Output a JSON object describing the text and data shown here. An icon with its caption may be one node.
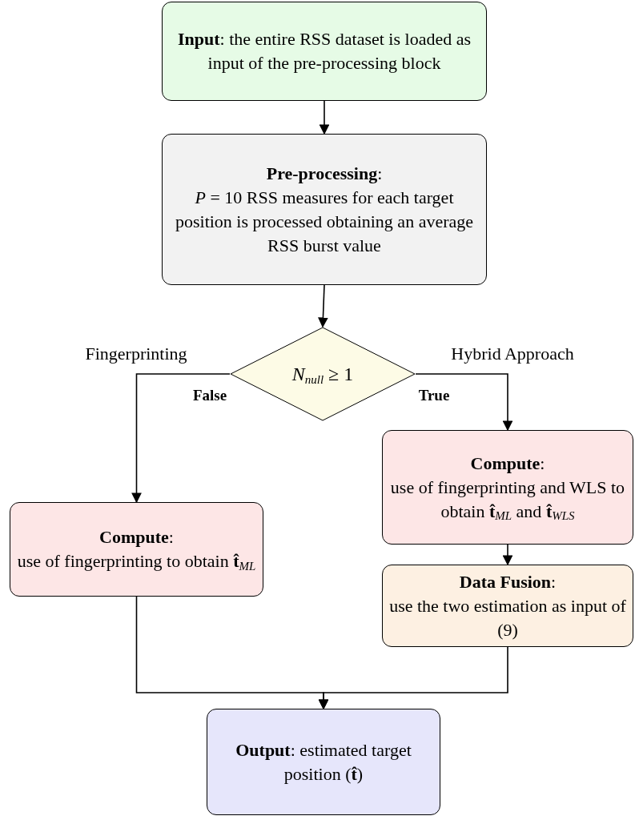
{
  "diagram": {
    "nodes": [
      {
        "text": [
          "**Input**: the entire RSS dataset is loaded as input of the pre-processing block"
        ]
      },
      {
        "text": [
          "**Pre-processing**:",
          "*P* = 10 RSS measures for each target position is processed obtaining an average RSS burst value"
        ]
      },
      {
        "text": [
          "*N*$_{null}$ ≥ 1"
        ]
      },
      {
        "text": [
          "**Compute**:",
          "use of fingerprinting to obtain **t̂**$_{ML}$"
        ]
      },
      {
        "text": [
          "**Compute**:",
          "use of fingerprinting and WLS to obtain **t̂**$_{ML}$ and **t̂**$_{WLS}$"
        ]
      },
      {
        "text": [
          "**Data Fusion**:",
          "use the two estimation as input of (9)"
        ]
      },
      {
        "text": [
          "**Output**: estimated target position (**t̂**)"
        ]
      }
    ],
    "edges": [
      {
        "from": 0,
        "to": 1,
        "arrow": "to"
      },
      {
        "from": 1,
        "to": 2,
        "arrow": "to"
      },
      {
        "from": 2,
        "to": 3,
        "arrow": "to",
        "label": "False"
      },
      {
        "from": 2,
        "to": 4,
        "arrow": "to",
        "label": "True"
      },
      {
        "from": 4,
        "to": 5,
        "arrow": "to"
      },
      {
        "from": 3,
        "to": 6,
        "arrow": "to"
      },
      {
        "from": 5,
        "to": 6,
        "arrow": "to"
      }
    ],
    "labels": [
      "Fingerprinting",
      "Hybrid Approach"
    ]
  }
}
